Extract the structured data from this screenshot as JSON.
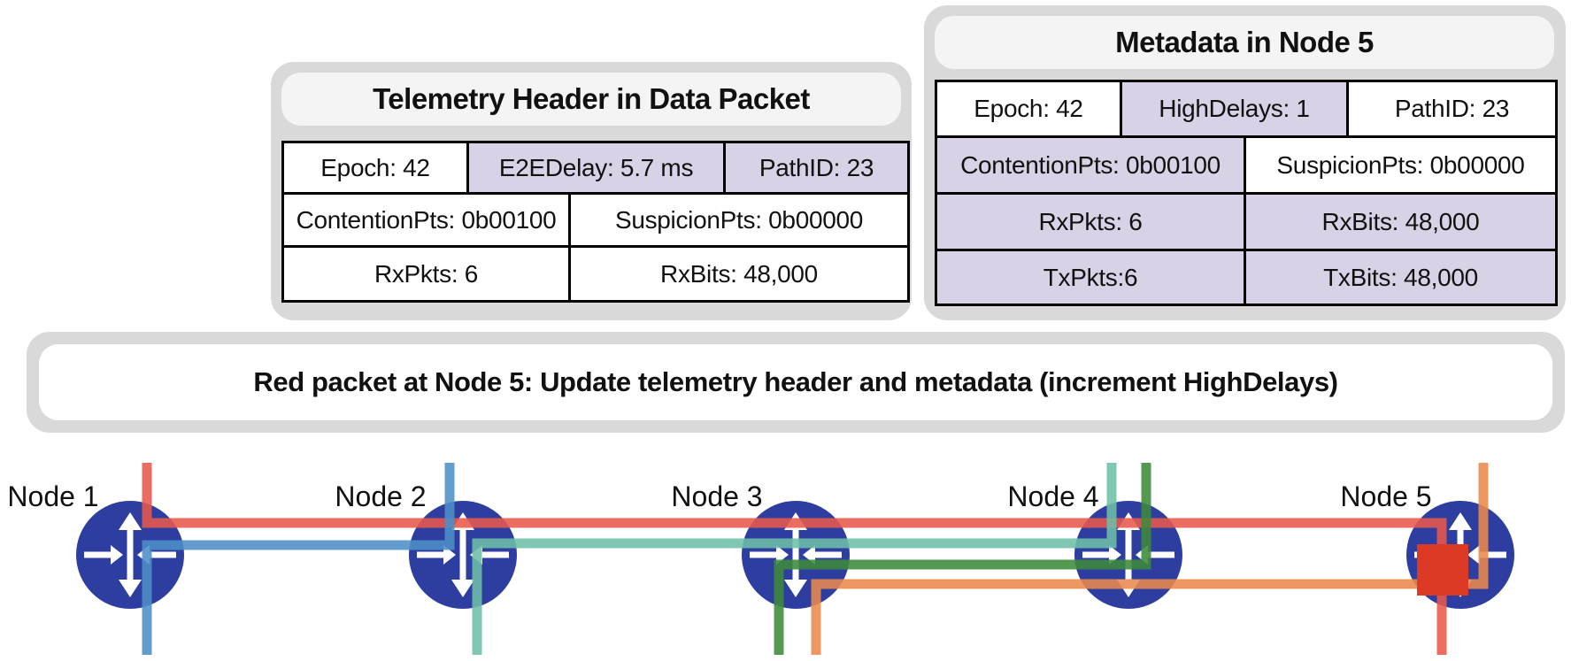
{
  "telemetry_header": {
    "title": "Telemetry Header in Data Packet",
    "rows": [
      [
        {
          "text": "Epoch: 42",
          "highlight": false
        },
        {
          "text": "E2EDelay: 5.7 ms",
          "highlight": true
        },
        {
          "text": "PathID: 23",
          "highlight": true
        }
      ],
      [
        {
          "text": "ContentionPts: 0b00100",
          "highlight": false
        },
        {
          "text": "SuspicionPts: 0b00000",
          "highlight": false
        }
      ],
      [
        {
          "text": "RxPkts: 6",
          "highlight": false
        },
        {
          "text": "RxBits: 48,000",
          "highlight": false
        }
      ]
    ]
  },
  "node5_metadata": {
    "title": "Metadata in Node 5",
    "rows": [
      [
        {
          "text": "Epoch: 42",
          "highlight": false
        },
        {
          "text": "HighDelays: 1",
          "highlight": true
        },
        {
          "text": "PathID: 23",
          "highlight": false
        }
      ],
      [
        {
          "text": "ContentionPts: 0b00100",
          "highlight": true
        },
        {
          "text": "SuspicionPts: 0b00000",
          "highlight": false
        }
      ],
      [
        {
          "text": "RxPkts: 6",
          "highlight": true
        },
        {
          "text": "RxBits: 48,000",
          "highlight": true
        }
      ],
      [
        {
          "text": "TxPkts:6",
          "highlight": true
        },
        {
          "text": "TxBits: 48,000",
          "highlight": true
        }
      ]
    ]
  },
  "banner": {
    "text": "Red packet at Node 5: Update telemetry header and metadata (increment HighDelays)"
  },
  "network": {
    "nodes": [
      {
        "label": "Node 1",
        "icon": "router-icon"
      },
      {
        "label": "Node 2",
        "icon": "router-icon"
      },
      {
        "label": "Node 3",
        "icon": "router-icon"
      },
      {
        "label": "Node 4",
        "icon": "router-icon"
      },
      {
        "label": "Node 5",
        "icon": "router-icon"
      }
    ],
    "flows": [
      {
        "color": "#e8594b",
        "name": "red-flow"
      },
      {
        "color": "#4d8ec7",
        "name": "blue-flow"
      },
      {
        "color": "#6dbfa8",
        "name": "teal-flow"
      },
      {
        "color": "#3e8a3a",
        "name": "green-flow"
      },
      {
        "color": "#eb8a4c",
        "name": "orange-flow"
      }
    ],
    "router_color": "#2e3da0",
    "packet_marker_color": "#dc3a24"
  }
}
